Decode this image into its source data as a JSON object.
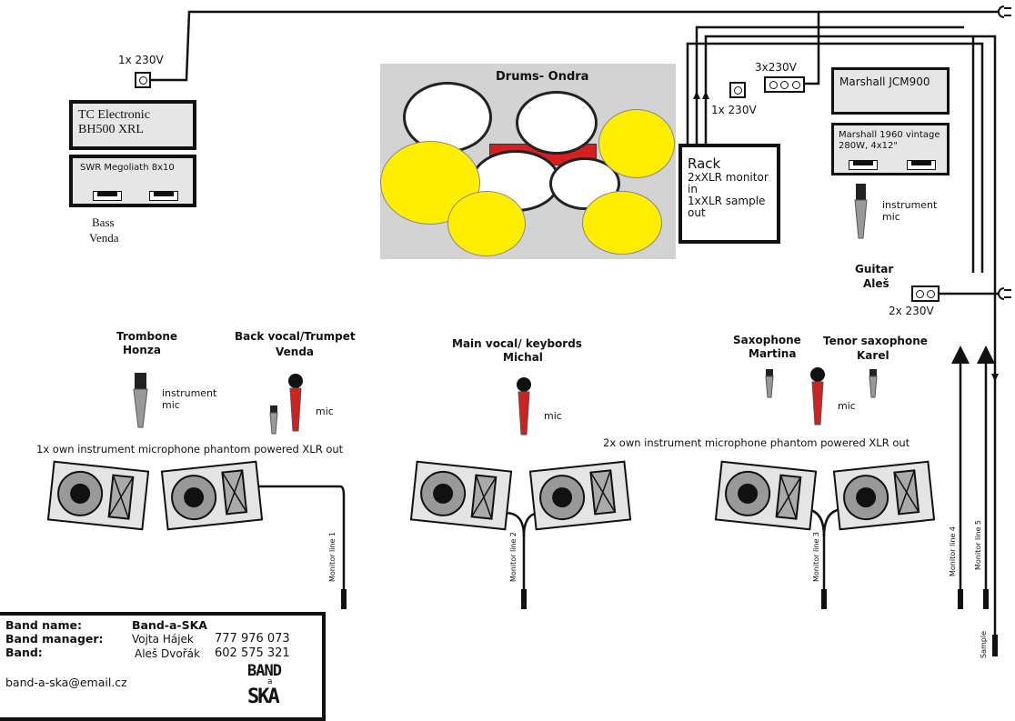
{
  "power": {
    "bass_socket": "1x 230V",
    "rack_socket_single": "1x 230V",
    "rack_socket_triple": "3x230V",
    "guitar_socket": "2x 230V"
  },
  "bass": {
    "head": "TC Electronic\nBH500 XRL",
    "cab": "SWR Megoliath 8x10",
    "player_role": "Bass",
    "player_name": "Venda"
  },
  "drums": {
    "title": "Drums- Ondra"
  },
  "rack": {
    "title": "Rack",
    "line1": "2xXLR monitor",
    "line2": "in",
    "line3": "1xXLR sample",
    "line4": "out"
  },
  "guitar": {
    "head": "Marshall JCM900",
    "cab_line1": "Marshall 1960 vintage",
    "cab_line2": "280W, 4x12\"",
    "mic_label": "instrument\nmic",
    "player_role": "Guitar",
    "player_name": "Aleš"
  },
  "players": {
    "trombone_role": "Trombone",
    "trombone_name": "Honza",
    "trombone_mic": "instrument\nmic",
    "trumpet_role": "Back vocal/Trumpet",
    "trumpet_name": "Venda",
    "trumpet_mic": "mic",
    "main_role": "Main vocal/ keybords",
    "main_name": "Michal",
    "main_mic": "mic",
    "sax_role": "Saxophone",
    "sax_name": "Martina",
    "tenor_role": "Tenor saxophone",
    "tenor_name": "Karel",
    "sax_mic": "mic"
  },
  "notes": {
    "left": "1x  own instrument microphone phantom powered XLR out",
    "right": "2x own instrument microphone phantom powered XLR out"
  },
  "lines": {
    "m1": "Monitor line 1",
    "m2": "Monitor line 2",
    "m3": "Monitor line 3",
    "m4": "Monitor line 4",
    "m5": "Monitor line 5",
    "sample": "Sample"
  },
  "info": {
    "name_label": "Band name:",
    "name_value": "Band-a-SKA",
    "manager_label": "Band manager:",
    "manager_name": "Vojta Hájek",
    "manager_phone": "777 976 073",
    "band_label": "Band:",
    "band_name": "Aleš Dvořák",
    "band_phone": "602 575 321",
    "email": "band-a-ska@email.cz",
    "logo_text_top": "BAND",
    "logo_text_mid": "a",
    "logo_text_bottom": "SKA"
  },
  "colors": {
    "cymbal": "#ffee00",
    "drum_red": "#d42020",
    "mic_red": "#cc2222",
    "drum_area": "#d3d3d3"
  }
}
